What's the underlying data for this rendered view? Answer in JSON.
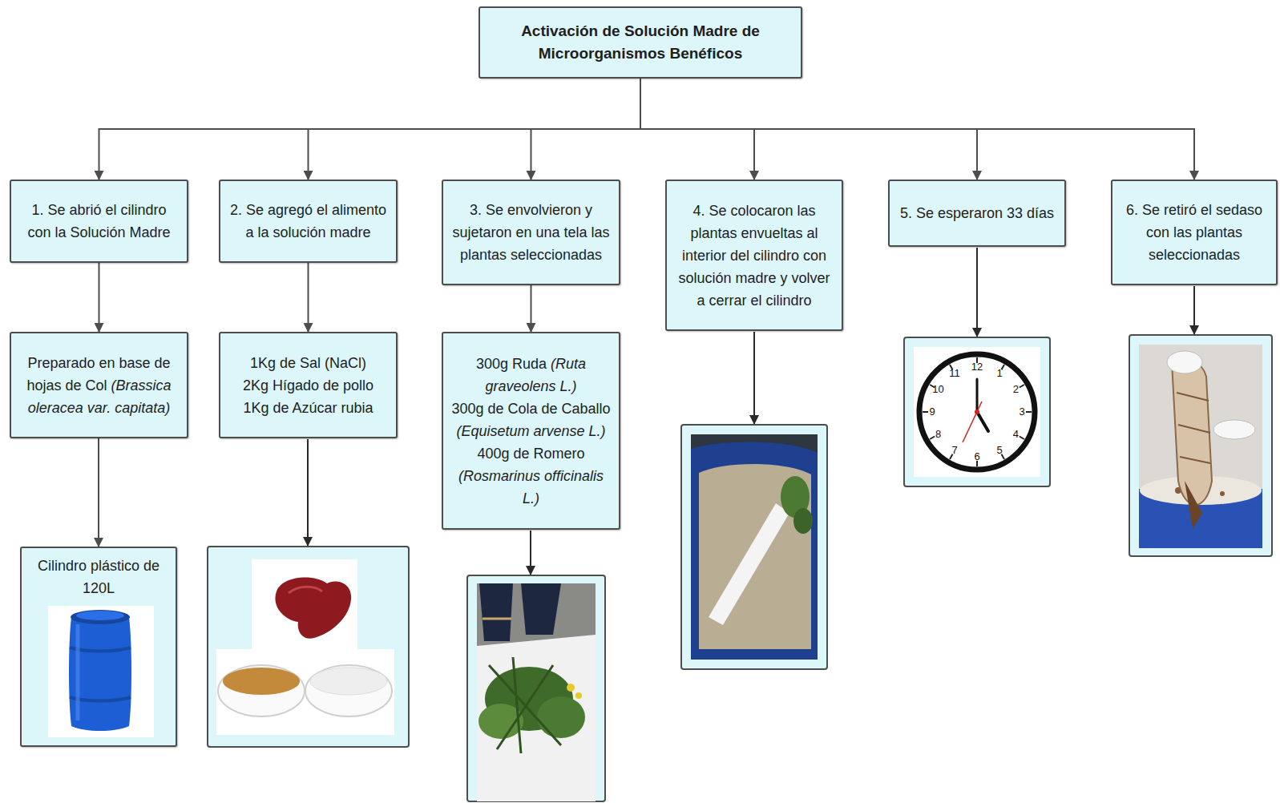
{
  "diagram": {
    "nodes": [
      {
        "text": [
          "Activación de Solución Madre de Microorganismos Benéficos"
        ]
      },
      {
        "text": [
          "1. Se abrió el cilindro con la Solución Madre"
        ]
      },
      {
        "text": [
          "2. Se agregó el alimento a la solución madre"
        ]
      },
      {
        "text": [
          "3. Se envolvieron y sujetaron en una tela las plantas seleccionadas"
        ]
      },
      {
        "text": [
          "4. Se colocaron las plantas envueltas al interior del cilindro con solución madre y volver a cerrar el cilindro"
        ]
      },
      {
        "text": [
          "5. Se esperaron 33 días"
        ]
      },
      {
        "text": [
          "6. Se retiró el sedaso con las plantas seleccionadas"
        ]
      },
      {
        "text": [
          "Preparado en base de hojas de Col (Brassica oleracea var. capitata)"
        ]
      },
      {
        "text": [
          "1Kg de Sal (NaCl)",
          "2Kg Hígado de pollo",
          "1Kg de Azúcar rubia"
        ]
      },
      {
        "text": [
          "300g Ruda (Ruta graveolens L.)",
          "300g de Cola de Caballo (Equisetum arvense L.)",
          "400g de Romero (Rosmarinus officinalis L.)"
        ]
      },
      {
        "text": [
          "Cilindro plástico de 120L"
        ]
      }
    ],
    "edges": [
      {
        "from": 0,
        "to": 1,
        "arrow": "to"
      },
      {
        "from": 0,
        "to": 2,
        "arrow": "to"
      },
      {
        "from": 0,
        "to": 3,
        "arrow": "to"
      },
      {
        "from": 0,
        "to": 4,
        "arrow": "to"
      },
      {
        "from": 0,
        "to": 5,
        "arrow": "to"
      },
      {
        "from": 0,
        "to": 6,
        "arrow": "to"
      },
      {
        "from": 1,
        "to": 7,
        "arrow": "to"
      },
      {
        "from": 2,
        "to": 8,
        "arrow": "to"
      },
      {
        "from": 3,
        "to": 9,
        "arrow": "to"
      },
      {
        "from": 7,
        "to": 10,
        "arrow": "to"
      }
    ],
    "labels": [
      "12",
      "1",
      "2",
      "3",
      "4",
      "5",
      "6",
      "7",
      "8",
      "9",
      "10",
      "11"
    ]
  }
}
